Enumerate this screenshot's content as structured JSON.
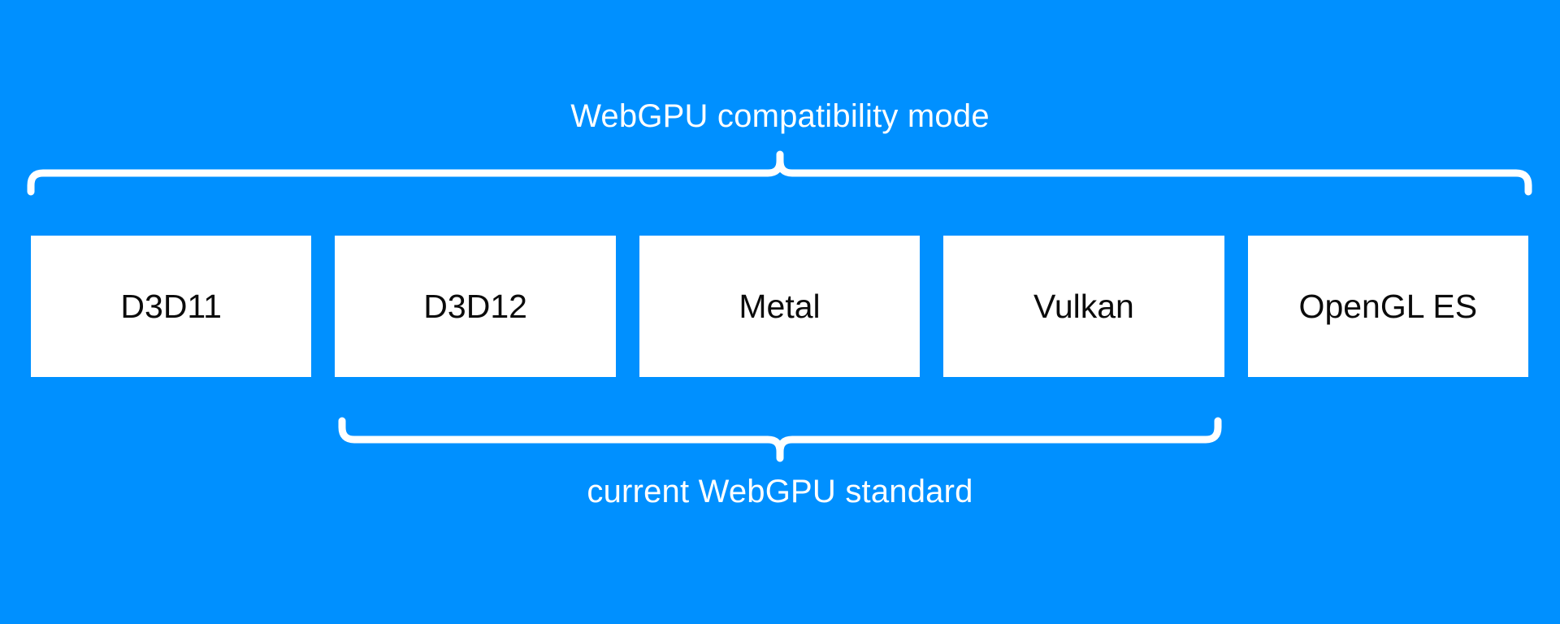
{
  "diagram": {
    "title": "WebGPU compatibility mode",
    "background_color": "#0090ff",
    "box_color": "#ffffff",
    "brace_color": "#ffffff",
    "label_color": "#ffffff",
    "box_text_color": "#0b0b0b"
  },
  "top_group": {
    "label": "WebGPU compatibility mode",
    "covers": [
      "D3D11",
      "D3D12",
      "Metal",
      "Vulkan",
      "OpenGL ES"
    ],
    "brace_direction": "up"
  },
  "bottom_group": {
    "label": "current WebGPU standard",
    "covers": [
      "D3D12",
      "Metal",
      "Vulkan"
    ],
    "brace_direction": "down"
  },
  "apis": [
    {
      "name": "D3D11",
      "in_compatibility_mode": true,
      "in_current_standard": false
    },
    {
      "name": "D3D12",
      "in_compatibility_mode": true,
      "in_current_standard": true
    },
    {
      "name": "Metal",
      "in_compatibility_mode": true,
      "in_current_standard": true
    },
    {
      "name": "Vulkan",
      "in_compatibility_mode": true,
      "in_current_standard": true
    },
    {
      "name": "OpenGL ES",
      "in_compatibility_mode": true,
      "in_current_standard": false
    }
  ]
}
